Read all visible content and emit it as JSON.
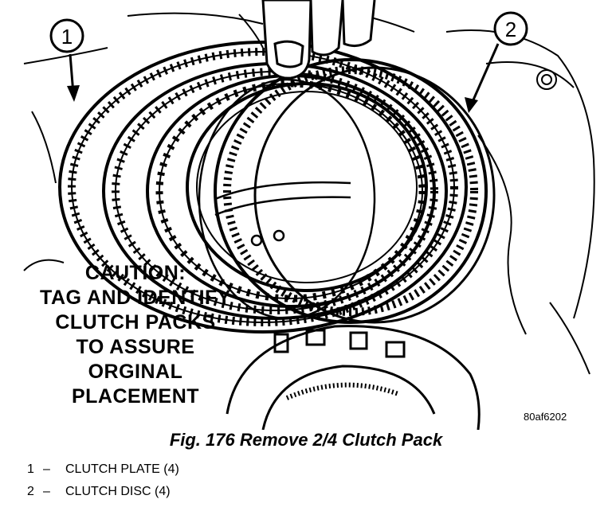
{
  "callouts": [
    "1",
    "2"
  ],
  "caution_lines": [
    "CAUTION:",
    "TAG AND IDENTIFY",
    "CLUTCH PACKS",
    "TO ASSURE",
    "ORGINAL",
    "PLACEMENT"
  ],
  "figure_code": "80af6202",
  "caption": "Fig. 176 Remove 2/4 Clutch Pack",
  "legend": [
    {
      "num": "1",
      "dash": "–",
      "text": "CLUTCH PLATE (4)"
    },
    {
      "num": "2",
      "dash": "–",
      "text": "CLUTCH DISC (4)"
    }
  ]
}
